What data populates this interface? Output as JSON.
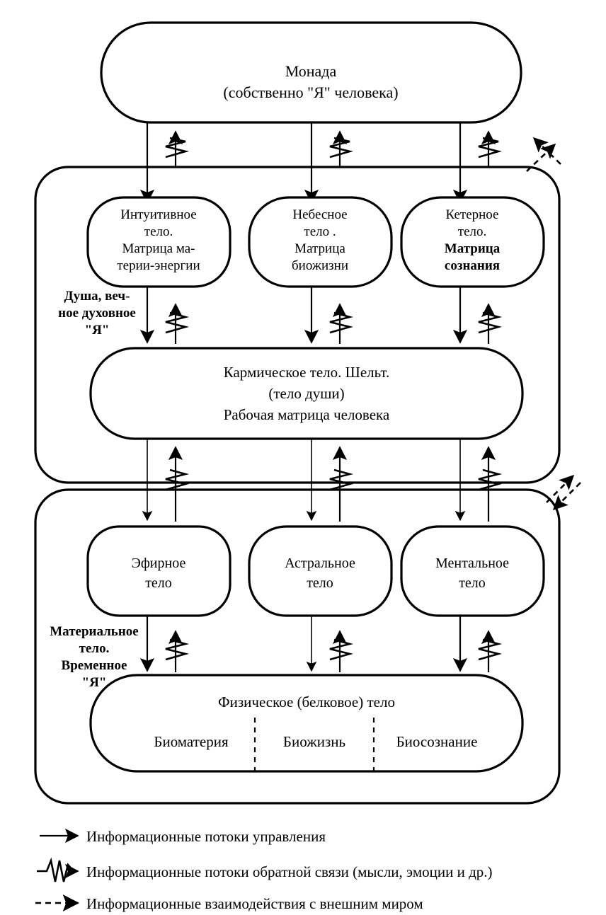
{
  "diagram": {
    "title_text": "",
    "monad": {
      "lines": [
        "Монада",
        "(собственно \"Я\" человека)"
      ]
    },
    "soul_group": {
      "side_label_lines": [
        "Душа, веч-",
        "ное духовное",
        "\"Я\""
      ],
      "bodies": [
        {
          "lines": [
            "Интуитивное",
            "тело.",
            "Матрица ма-",
            "терии-энергии"
          ]
        },
        {
          "lines": [
            "Небесное",
            "тело .",
            "Матрица",
            "биожизни"
          ]
        },
        {
          "lines": [
            "Кетерное",
            "тело.",
            "Матрица",
            "сознания"
          ]
        }
      ],
      "karmic": {
        "lines": [
          "Кармическое тело. Шельт.",
          "(тело души)",
          "Рабочая матрица человека"
        ]
      }
    },
    "material_group": {
      "side_label_lines": [
        "Материальное",
        "тело.",
        "Временное",
        "\"Я\""
      ],
      "bodies": [
        {
          "lines": [
            "Эфирное",
            "тело"
          ]
        },
        {
          "lines": [
            "Астральное",
            "тело"
          ]
        },
        {
          "lines": [
            "Ментальное",
            "тело"
          ]
        }
      ],
      "physical": {
        "title": "Физическое (белковое) тело",
        "cells": [
          "Биоматерия",
          "Биожизнь",
          "Биосознание"
        ]
      }
    },
    "legend": [
      {
        "icon": "solid-arrow-icon",
        "label": "Информационные потоки управления"
      },
      {
        "icon": "zigzag-arrow-icon",
        "label": "Информационные потоки обратной связи (мысли, эмоции и др.)"
      },
      {
        "icon": "dashed-arrow-icon",
        "label": "Информационные взаимодействия с внешним миром"
      }
    ],
    "colors": {
      "stroke": "#000000",
      "fill": "#ffffff"
    }
  }
}
